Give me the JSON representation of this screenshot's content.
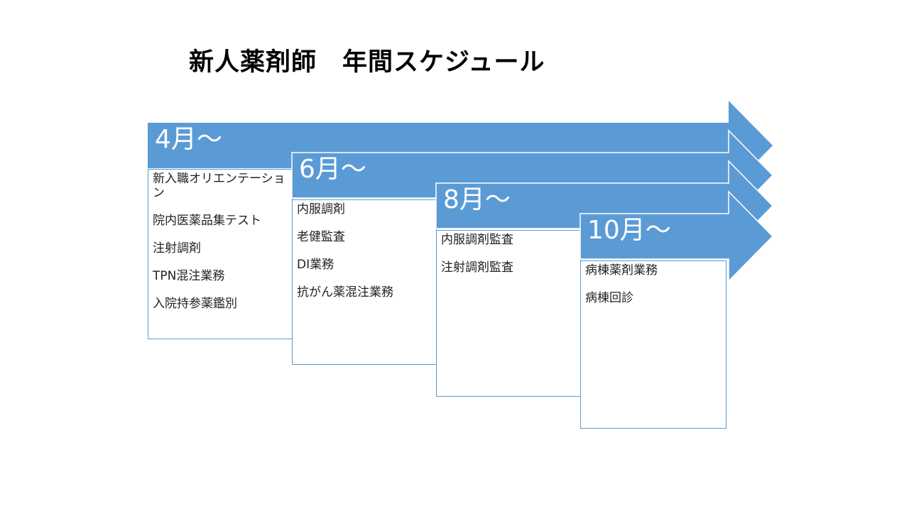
{
  "title": "新人薬剤師　年間スケジュール",
  "colors": {
    "arrow": "#5b9bd5",
    "box_border": "#5b9bd5",
    "text": "#222222"
  },
  "stages": [
    {
      "label": "4月～",
      "tasks": [
        "新入職オリエンテーション",
        "院内医薬品集テスト",
        "注射調剤",
        "TPN混注業務",
        "入院持参薬鑑別"
      ]
    },
    {
      "label": "6月～",
      "tasks": [
        "内服調剤",
        "老健監査",
        "DI業務",
        "抗がん薬混注業務"
      ]
    },
    {
      "label": "8月～",
      "tasks": [
        "内服調剤監査",
        "注射調剤監査"
      ]
    },
    {
      "label": "10月～",
      "tasks": [
        "病棟薬剤業務",
        "病棟回診"
      ]
    }
  ]
}
